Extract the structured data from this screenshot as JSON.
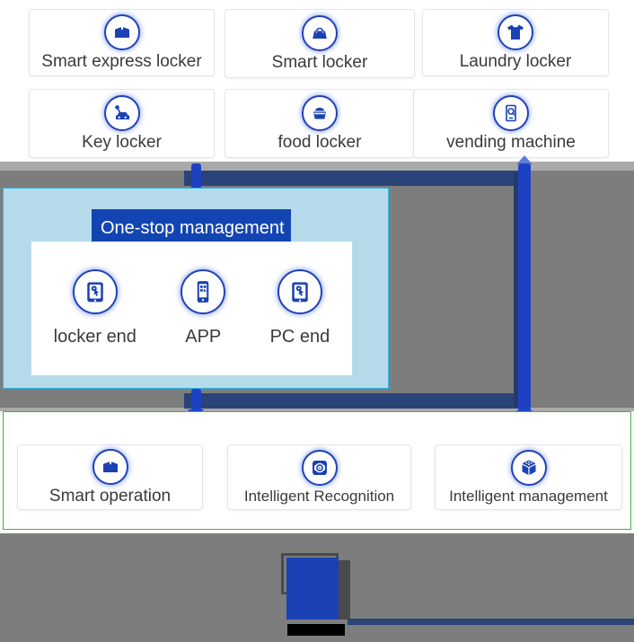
{
  "top_cards": [
    {
      "label": "Smart express locker",
      "icon": "express-locker-icon"
    },
    {
      "label": "Smart locker",
      "icon": "smart-locker-icon"
    },
    {
      "label": "Laundry locker",
      "icon": "laundry-locker-icon"
    },
    {
      "label": "Key locker",
      "icon": "key-locker-icon"
    },
    {
      "label": "food locker",
      "icon": "food-locker-icon"
    },
    {
      "label": "vending machine",
      "icon": "vending-machine-icon"
    }
  ],
  "management": {
    "title": "One-stop management",
    "items": [
      {
        "label": "locker end",
        "icon": "locker-end-icon"
      },
      {
        "label": "APP",
        "icon": "app-icon"
      },
      {
        "label": "PC end",
        "icon": "pc-end-icon"
      }
    ]
  },
  "capabilities": [
    {
      "label": "Smart operation",
      "icon": "smart-operation-icon"
    },
    {
      "label": "Intelligent Recognition",
      "icon": "intelligent-recognition-icon"
    },
    {
      "label": "Intelligent management",
      "icon": "intelligent-management-icon"
    }
  ],
  "colors": {
    "royal_blue": "#1c41b4",
    "navy_bar": "#2a4378",
    "light_blue_panel": "#b5dbeb",
    "cyan_border": "#2bb4e4",
    "green_border": "#3db83a",
    "band_gray": "#7d7d7d",
    "light_gray": "#a9a9a9",
    "dark_gray": "#4a4a4a",
    "title_bg": "#1345b2"
  }
}
